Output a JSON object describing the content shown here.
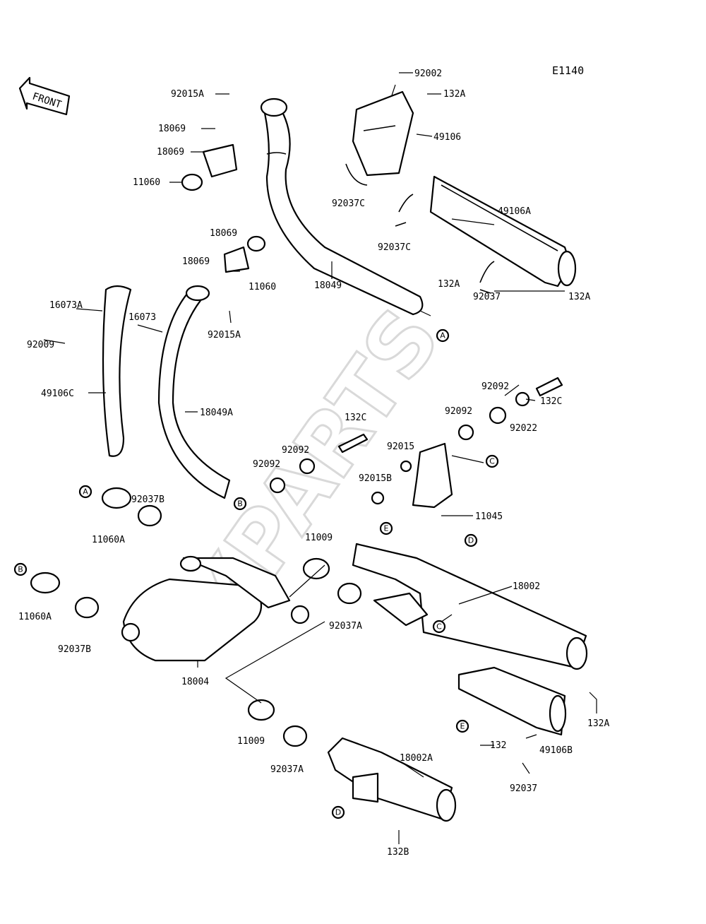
{
  "diagram_code": "E1140",
  "front_arrow_label": "FRONT",
  "watermark": "XPARTS",
  "labels": [
    {
      "id": "l-92002",
      "text": "92002"
    },
    {
      "id": "l-132A-1",
      "text": "132A"
    },
    {
      "id": "l-92015A-1",
      "text": "92015A"
    },
    {
      "id": "l-49106",
      "text": "49106"
    },
    {
      "id": "l-18069-1",
      "text": "18069"
    },
    {
      "id": "l-18069-2",
      "text": "18069"
    },
    {
      "id": "l-11060-1",
      "text": "11060"
    },
    {
      "id": "l-92037C-1",
      "text": "92037C"
    },
    {
      "id": "l-49106A",
      "text": "49106A"
    },
    {
      "id": "l-18069-3",
      "text": "18069"
    },
    {
      "id": "l-11060-2",
      "text": "11060"
    },
    {
      "id": "l-92037C-2",
      "text": "92037C"
    },
    {
      "id": "l-18069-4",
      "text": "18069"
    },
    {
      "id": "l-132A-2",
      "text": "132A"
    },
    {
      "id": "l-18049",
      "text": "18049"
    },
    {
      "id": "l-16073A",
      "text": "16073A"
    },
    {
      "id": "l-16073",
      "text": "16073"
    },
    {
      "id": "l-92009",
      "text": "92009"
    },
    {
      "id": "l-92015A-2",
      "text": "92015A"
    },
    {
      "id": "l-92037",
      "text": "92037"
    },
    {
      "id": "l-132A-3",
      "text": "132A"
    },
    {
      "id": "l-92092-1",
      "text": "92092"
    },
    {
      "id": "l-132C-1",
      "text": "132C"
    },
    {
      "id": "l-49106C",
      "text": "49106C"
    },
    {
      "id": "l-18049A",
      "text": "18049A"
    },
    {
      "id": "l-92092-2",
      "text": "92092"
    },
    {
      "id": "l-92022",
      "text": "92022"
    },
    {
      "id": "l-132C-2",
      "text": "132C"
    },
    {
      "id": "l-92015",
      "text": "92015"
    },
    {
      "id": "l-92092-3",
      "text": "92092"
    },
    {
      "id": "l-92092-4",
      "text": "92092"
    },
    {
      "id": "l-92015B",
      "text": "92015B"
    },
    {
      "id": "l-11045",
      "text": "11045"
    },
    {
      "id": "l-92037B-1",
      "text": "92037B"
    },
    {
      "id": "l-11060A-1",
      "text": "11060A"
    },
    {
      "id": "l-11009-1",
      "text": "11009"
    },
    {
      "id": "l-18002",
      "text": "18002"
    },
    {
      "id": "l-11060A-2",
      "text": "11060A"
    },
    {
      "id": "l-92037A-1",
      "text": "92037A"
    },
    {
      "id": "l-92037B-2",
      "text": "92037B"
    },
    {
      "id": "l-18004",
      "text": "18004"
    },
    {
      "id": "l-132A-4",
      "text": "132A"
    },
    {
      "id": "l-11009-2",
      "text": "11009"
    },
    {
      "id": "l-132",
      "text": "132"
    },
    {
      "id": "l-49106B",
      "text": "49106B"
    },
    {
      "id": "l-92037A-2",
      "text": "92037A"
    },
    {
      "id": "l-18002A",
      "text": "18002A"
    },
    {
      "id": "l-92037-2",
      "text": "92037"
    },
    {
      "id": "l-132B",
      "text": "132B"
    }
  ],
  "refs": [
    {
      "id": "r-A-1",
      "text": "A"
    },
    {
      "id": "r-B-1",
      "text": "B"
    },
    {
      "id": "r-C-1",
      "text": "C"
    },
    {
      "id": "r-A-2",
      "text": "A"
    },
    {
      "id": "r-E-1",
      "text": "E"
    },
    {
      "id": "r-D-1",
      "text": "D"
    },
    {
      "id": "r-B-2",
      "text": "B"
    },
    {
      "id": "r-C-2",
      "text": "C"
    },
    {
      "id": "r-E-2",
      "text": "E"
    },
    {
      "id": "r-D-2",
      "text": "D"
    }
  ]
}
